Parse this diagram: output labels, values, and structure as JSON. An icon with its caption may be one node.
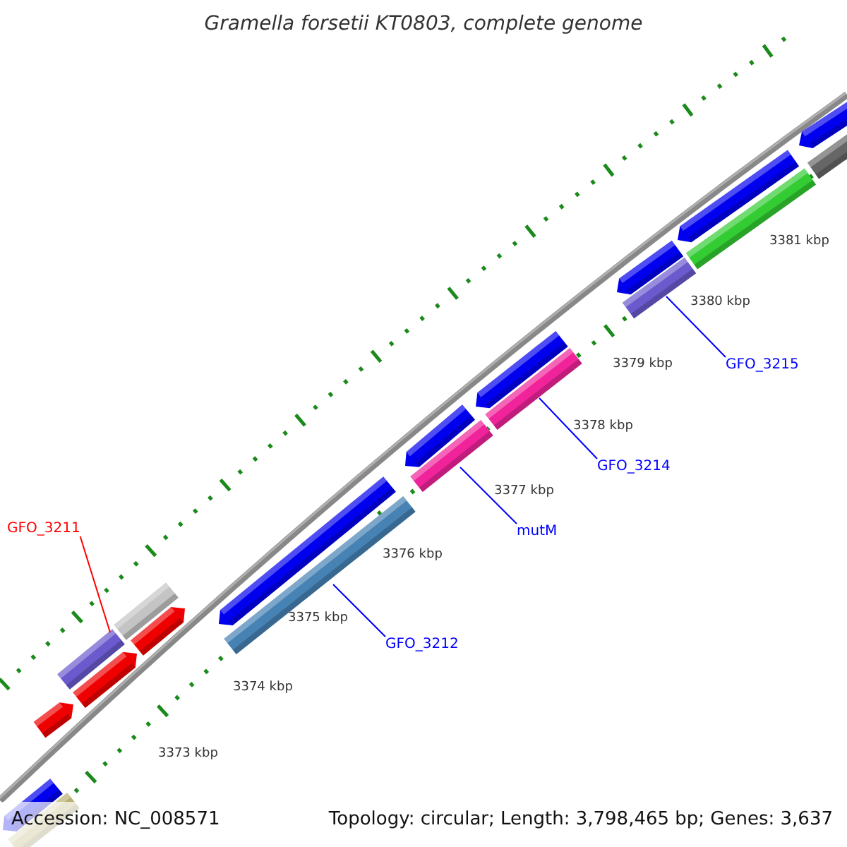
{
  "diagram": {
    "title": "Gramella forsetii KT0803, complete genome",
    "nodes": [
      {
        "text": [
          "GFO_3211"
        ]
      },
      {
        "text": [
          "GFO_3212"
        ]
      },
      {
        "text": [
          "mutM"
        ]
      },
      {
        "text": [
          "GFO_3214"
        ]
      },
      {
        "text": [
          "GFO_3215"
        ]
      },
      {
        "text": [],
        "shape": "bar"
      },
      {
        "text": [],
        "shape": "bar"
      },
      {
        "text": [],
        "shape": "bar"
      },
      {
        "text": [],
        "shape": "bar"
      },
      {
        "text": [],
        "shape": "bar"
      }
    ],
    "edges": [
      {
        "from": 0,
        "to": 5,
        "arrow": "none",
        "color": "#ff0000"
      },
      {
        "from": 1,
        "to": 6,
        "arrow": "none"
      },
      {
        "from": 2,
        "to": 7,
        "arrow": "none"
      },
      {
        "from": 3,
        "to": 8,
        "arrow": "none"
      },
      {
        "from": 4,
        "to": 9,
        "arrow": "none"
      }
    ],
    "labels": [
      "3381 kbp",
      "3380 kbp",
      "3379 kbp",
      "3378 kbp",
      "3377 kbp",
      "3376 kbp",
      "3375 kbp",
      "3374 kbp",
      "3373 kbp",
      "Accession: NC_008571",
      "Topology: circular; Length: 3,798,465 bp; Genes: 3,637"
    ]
  }
}
